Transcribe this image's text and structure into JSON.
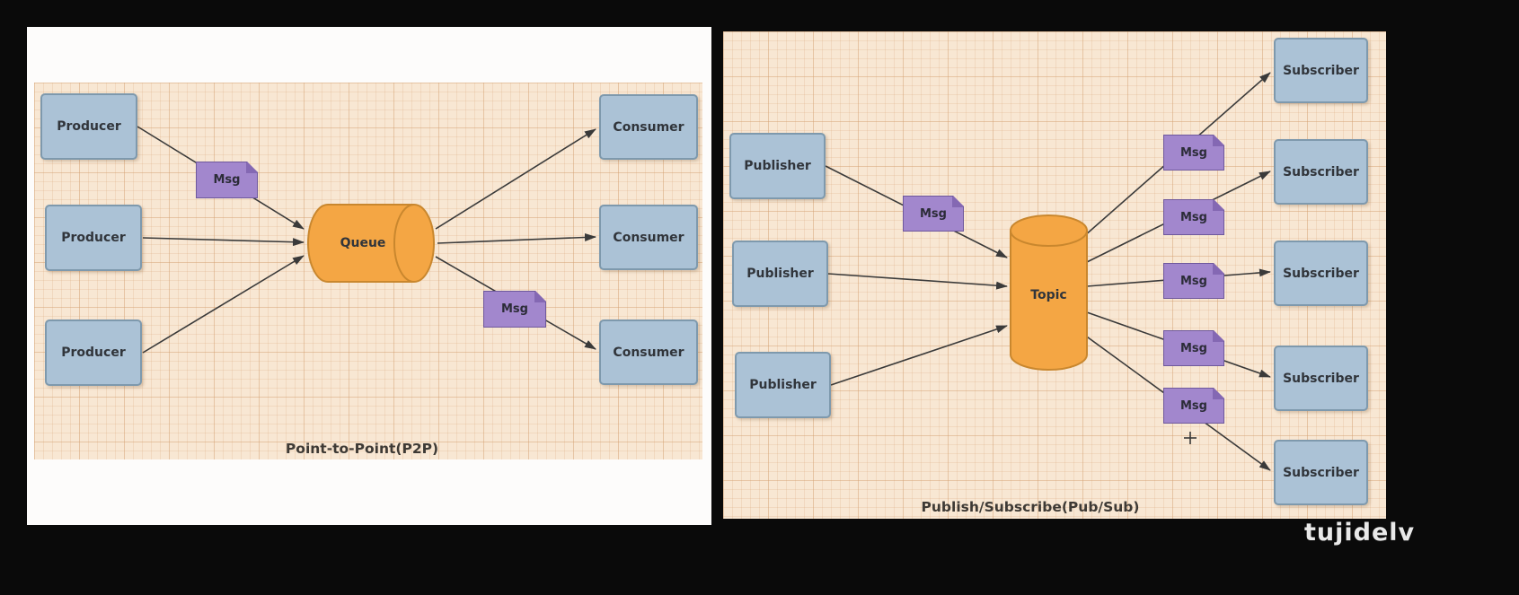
{
  "p2p": {
    "title": "Point-to-Point(P2P)",
    "nodes": {
      "producers": [
        "Producer",
        "Producer",
        "Producer"
      ],
      "queue": "Queue",
      "consumers": [
        "Consumer",
        "Consumer",
        "Consumer"
      ],
      "messages": [
        "Msg",
        "Msg"
      ]
    }
  },
  "pubsub": {
    "title": "Publish/Subscribe(Pub/Sub)",
    "nodes": {
      "publishers": [
        "Publisher",
        "Publisher",
        "Publisher"
      ],
      "topic": "Topic",
      "subscribers": [
        "Subscriber",
        "Subscriber",
        "Subscriber",
        "Subscriber",
        "Subscriber"
      ],
      "messages": [
        "Msg",
        "Msg",
        "Msg",
        "Msg",
        "Msg",
        "Msg"
      ]
    }
  },
  "watermark": "tujidelv",
  "colors": {
    "canvas_background": "#f8e7d3",
    "node_fill": "#abc2d6",
    "node_border": "#7e99ad",
    "cylinder_fill": "#f4a644",
    "cylinder_border": "#c9872e",
    "message_fill": "#a287cd",
    "message_border": "#6e589c",
    "arrow": "#3a3a3a",
    "frame": "#0a0a0a"
  }
}
